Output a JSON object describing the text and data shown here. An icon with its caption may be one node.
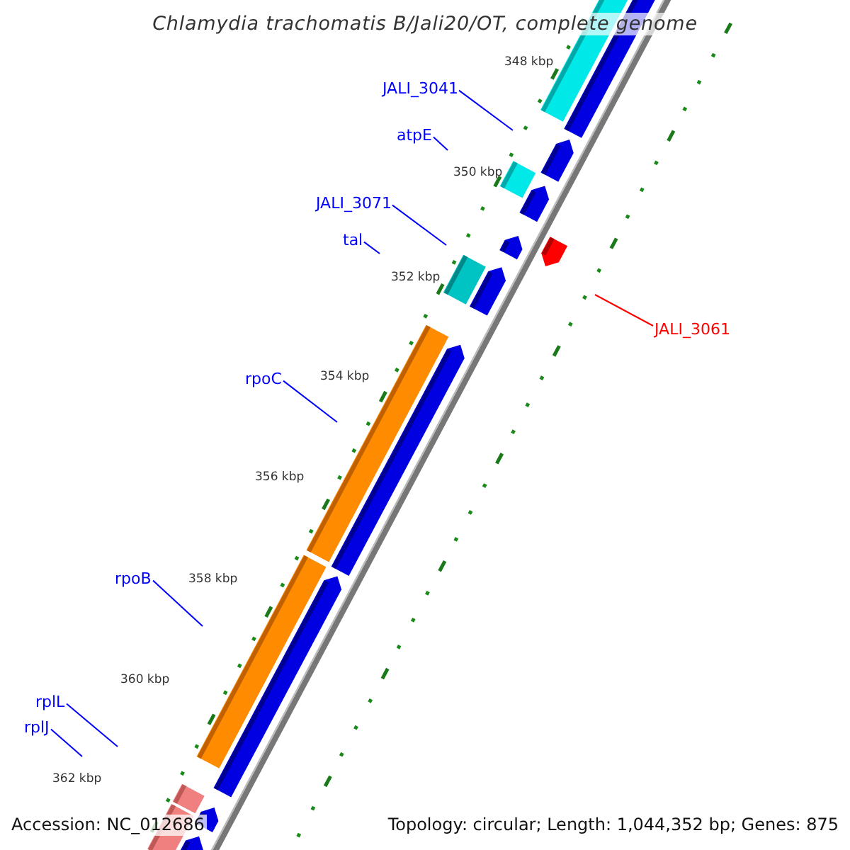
{
  "diagram": {
    "title": "Chlamydia trachomatis B/Jali20/OT, complete genome",
    "nodes": [
      {
        "text": [
          "JALI_3041"
        ]
      },
      {
        "text": [
          "atpE"
        ]
      },
      {
        "text": [
          "JALI_3071"
        ]
      },
      {
        "text": [
          "tal"
        ]
      },
      {
        "text": [
          "JALI_3061"
        ]
      },
      {
        "text": [
          "rpoC"
        ]
      },
      {
        "text": [
          "rpoB"
        ]
      },
      {
        "text": [
          "rplL"
        ]
      },
      {
        "text": [
          "rplJ"
        ]
      }
    ],
    "edges": [
      {
        "from": 0,
        "to": null,
        "arrow": "none"
      },
      {
        "from": 1,
        "to": null,
        "arrow": "none"
      },
      {
        "from": 2,
        "to": null,
        "arrow": "none"
      },
      {
        "from": 3,
        "to": null,
        "arrow": "none"
      },
      {
        "from": 4,
        "to": null,
        "arrow": "none",
        "color": "#ff0000"
      },
      {
        "from": 5,
        "to": null,
        "arrow": "none"
      },
      {
        "from": 6,
        "to": null,
        "arrow": "none"
      },
      {
        "from": 7,
        "to": null,
        "arrow": "none"
      },
      {
        "from": 8,
        "to": null,
        "arrow": "none"
      }
    ],
    "labels": [
      "348 kbp",
      "350 kbp",
      "352 kbp",
      "354 kbp",
      "356 kbp",
      "358 kbp",
      "360 kbp",
      "362 kbp",
      "Accession: NC_012686",
      "Topology: circular; Length: 1,044,352 bp; Genes: 875"
    ]
  }
}
